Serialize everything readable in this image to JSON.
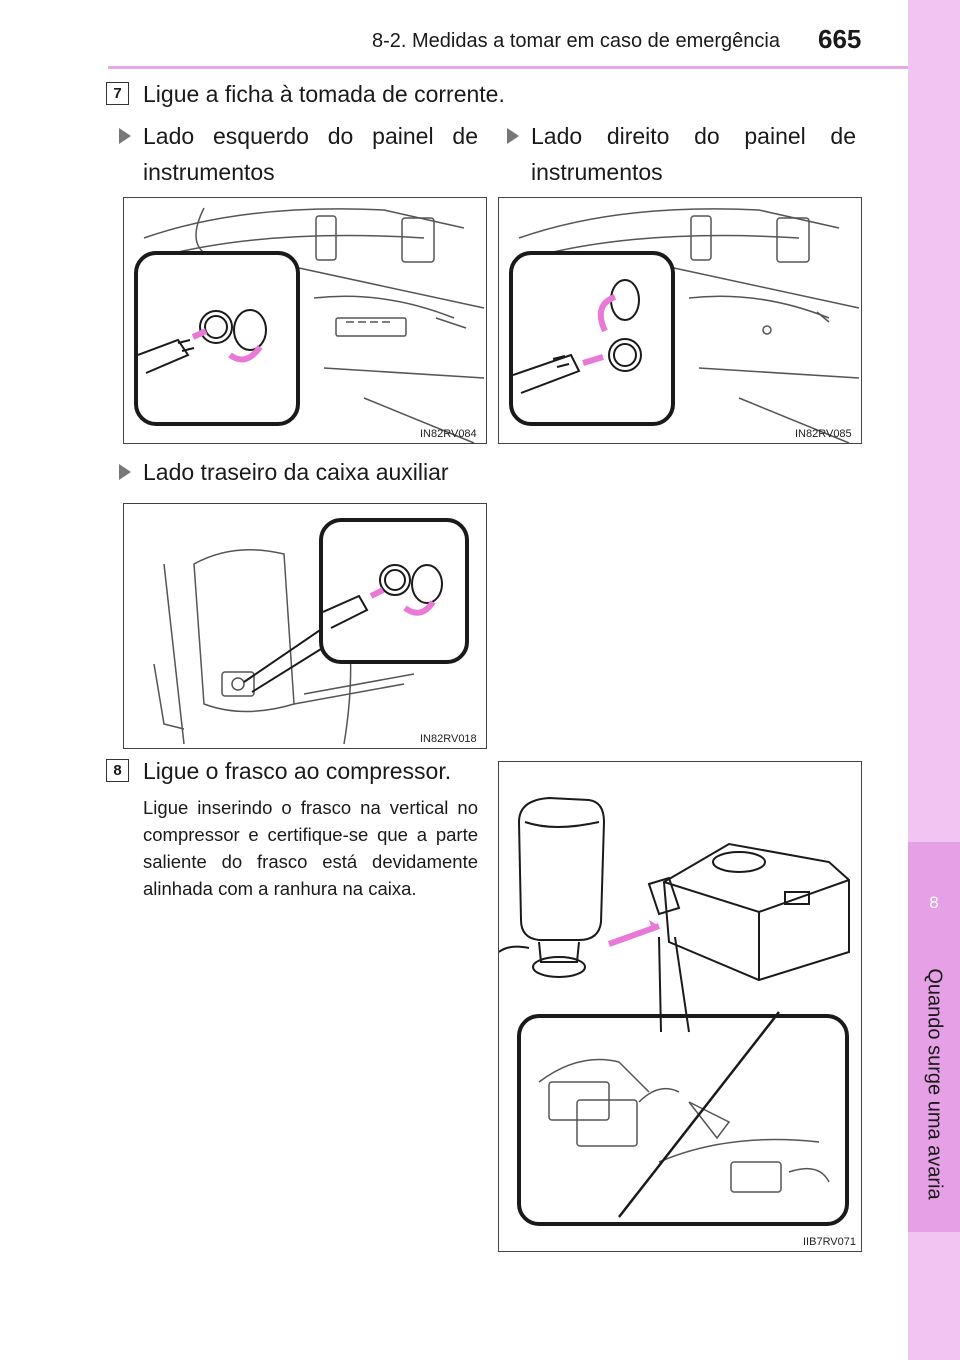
{
  "header": {
    "section": "8-2. Medidas a tomar em caso de emergência",
    "page_number": "665"
  },
  "side_tab": {
    "chapter_number": "8",
    "chapter_title": "Quando surge uma avaria"
  },
  "step7": {
    "number": "7",
    "title": "Ligue a ficha à tomada de corrente.",
    "bullets": [
      {
        "line1": "Lado esquerdo do painel de",
        "line2": "instrumentos"
      },
      {
        "line1": "Lado direito do painel de",
        "line2": "instrumentos"
      },
      {
        "line1": "Lado traseiro da caixa auxiliar"
      }
    ],
    "figures": [
      {
        "code": "IN82RV084"
      },
      {
        "code": "IN82RV085"
      },
      {
        "code": "IN82RV018"
      }
    ]
  },
  "step8": {
    "number": "8",
    "title": "Ligue o frasco ao compressor.",
    "body": "Ligue inserindo o frasco na vertical no compressor e certifique-se que a parte saliente do frasco está devidamente alinhada com a ranhura na caixa.",
    "figure": {
      "code": "IIB7RV071"
    }
  },
  "colors": {
    "tab_light": "#f2c4f2",
    "tab_dark": "#e6a0e6",
    "rule": "#e8a8e8",
    "arrow": "#e879d6"
  }
}
